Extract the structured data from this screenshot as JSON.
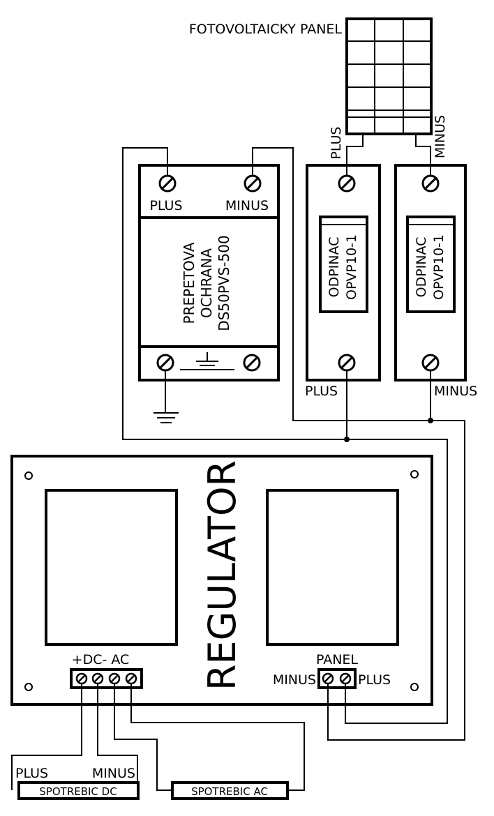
{
  "panel": {
    "label": "FOTOVOLTAICKY PANEL",
    "plus": "PLUS",
    "minus": "MINUS"
  },
  "surge": {
    "line1": "PREPETOVA",
    "line2": "OCHRANA",
    "line3": "DS50PVS-500",
    "plus": "PLUS",
    "minus": "MINUS"
  },
  "disconnectors": [
    {
      "line1": "ODPINAC",
      "line2": "OPVP10-1",
      "out_label": "PLUS"
    },
    {
      "line1": "ODPINAC",
      "line2": "OPVP10-1",
      "out_label": "MINUS"
    }
  ],
  "regulator": {
    "title": "REGULATOR",
    "dc_ac_label": "+DC- AC",
    "panel_label": "PANEL",
    "panel_minus": "MINUS",
    "panel_plus": "PLUS"
  },
  "loads": {
    "dc": {
      "label": "SPOTREBIC DC",
      "plus": "PLUS",
      "minus": "MINUS"
    },
    "ac": {
      "label": "SPOTREBIC AC"
    }
  }
}
